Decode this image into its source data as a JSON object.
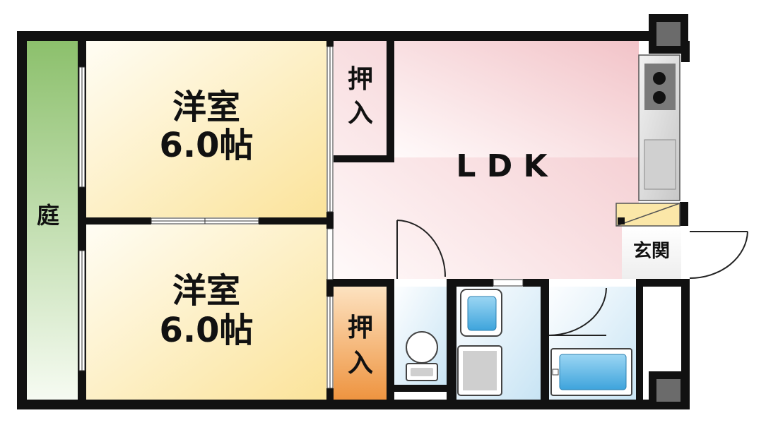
{
  "rooms": {
    "garden": {
      "label": "庭"
    },
    "western_room_top": {
      "label": "洋室",
      "size": "6.0帖"
    },
    "western_room_bottom": {
      "label": "洋室",
      "size": "6.0帖"
    },
    "closet_top": {
      "label_line1": "押",
      "label_line2": "入"
    },
    "closet_bottom": {
      "label_line1": "押",
      "label_line2": "入"
    },
    "ldk": {
      "label": "L D K"
    },
    "entrance": {
      "label": "玄関"
    }
  },
  "colors": {
    "wall": "#111111",
    "garden_green": "#8dc26f",
    "western_yellow": "#fbe7a8",
    "closet_orange": "#f0a050",
    "ldk_pink": "#f3c6cb",
    "wet_blue": "#cfe8f5",
    "pillar_gray": "#6b6b6b"
  }
}
